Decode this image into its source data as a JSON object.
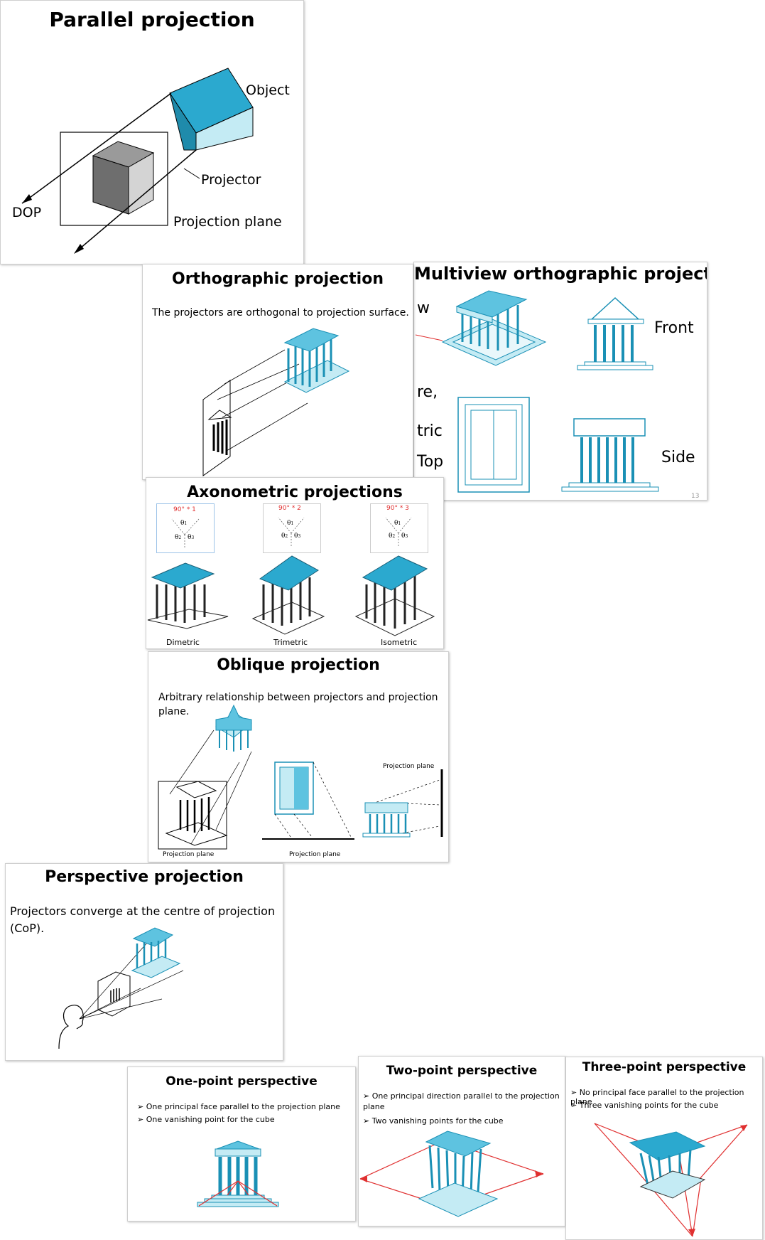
{
  "colors": {
    "cyan": "#2ba9cf",
    "cyan_light": "#c4ebf4",
    "cyan_mid": "#5ec3e0",
    "red": "#e03030",
    "gray_dark": "#6e6e6e",
    "gray_light": "#cfcfcf"
  },
  "parallel": {
    "title": "Parallel projection",
    "object": "Object",
    "projector": "Projector",
    "dop": "DOP",
    "plane": "Projection plane"
  },
  "orthographic": {
    "title": "Orthographic projection",
    "text": "The projectors are orthogonal to projection surface."
  },
  "multiview": {
    "title": "Multiview orthographic projections",
    "frag1": "w",
    "frag2": "re,",
    "frag3": "tric",
    "top": "Top",
    "front": "Front",
    "side": "Side",
    "page": "13"
  },
  "axonometric": {
    "title": "Axonometric projections",
    "angles": [
      "90° * 1",
      "90° * 2",
      "90° * 3"
    ],
    "labels": [
      "Dimetric",
      "Trimetric",
      "Isometric"
    ],
    "theta": "θ",
    "subs": [
      "1",
      "2",
      "3"
    ]
  },
  "oblique": {
    "title": "Oblique projection",
    "text": "Arbitrary relationship between projectors and projection plane.",
    "plane_label": "Projection plane"
  },
  "perspective": {
    "title": "Perspective projection",
    "text": "Projectors converge at the centre of projection (CoP)."
  },
  "one_point": {
    "title": "One-point perspective",
    "bullets": [
      "One principal face parallel to the projection plane",
      "One vanishing point for the cube"
    ]
  },
  "two_point": {
    "title": "Two-point perspective",
    "bullets": [
      "One principal direction parallel to the projection plane",
      "Two vanishing points for the cube"
    ]
  },
  "three_point": {
    "title": "Three-point perspective",
    "bullets": [
      "No principal face parallel to the projection plane",
      "Three vanishing points for the cube"
    ]
  }
}
